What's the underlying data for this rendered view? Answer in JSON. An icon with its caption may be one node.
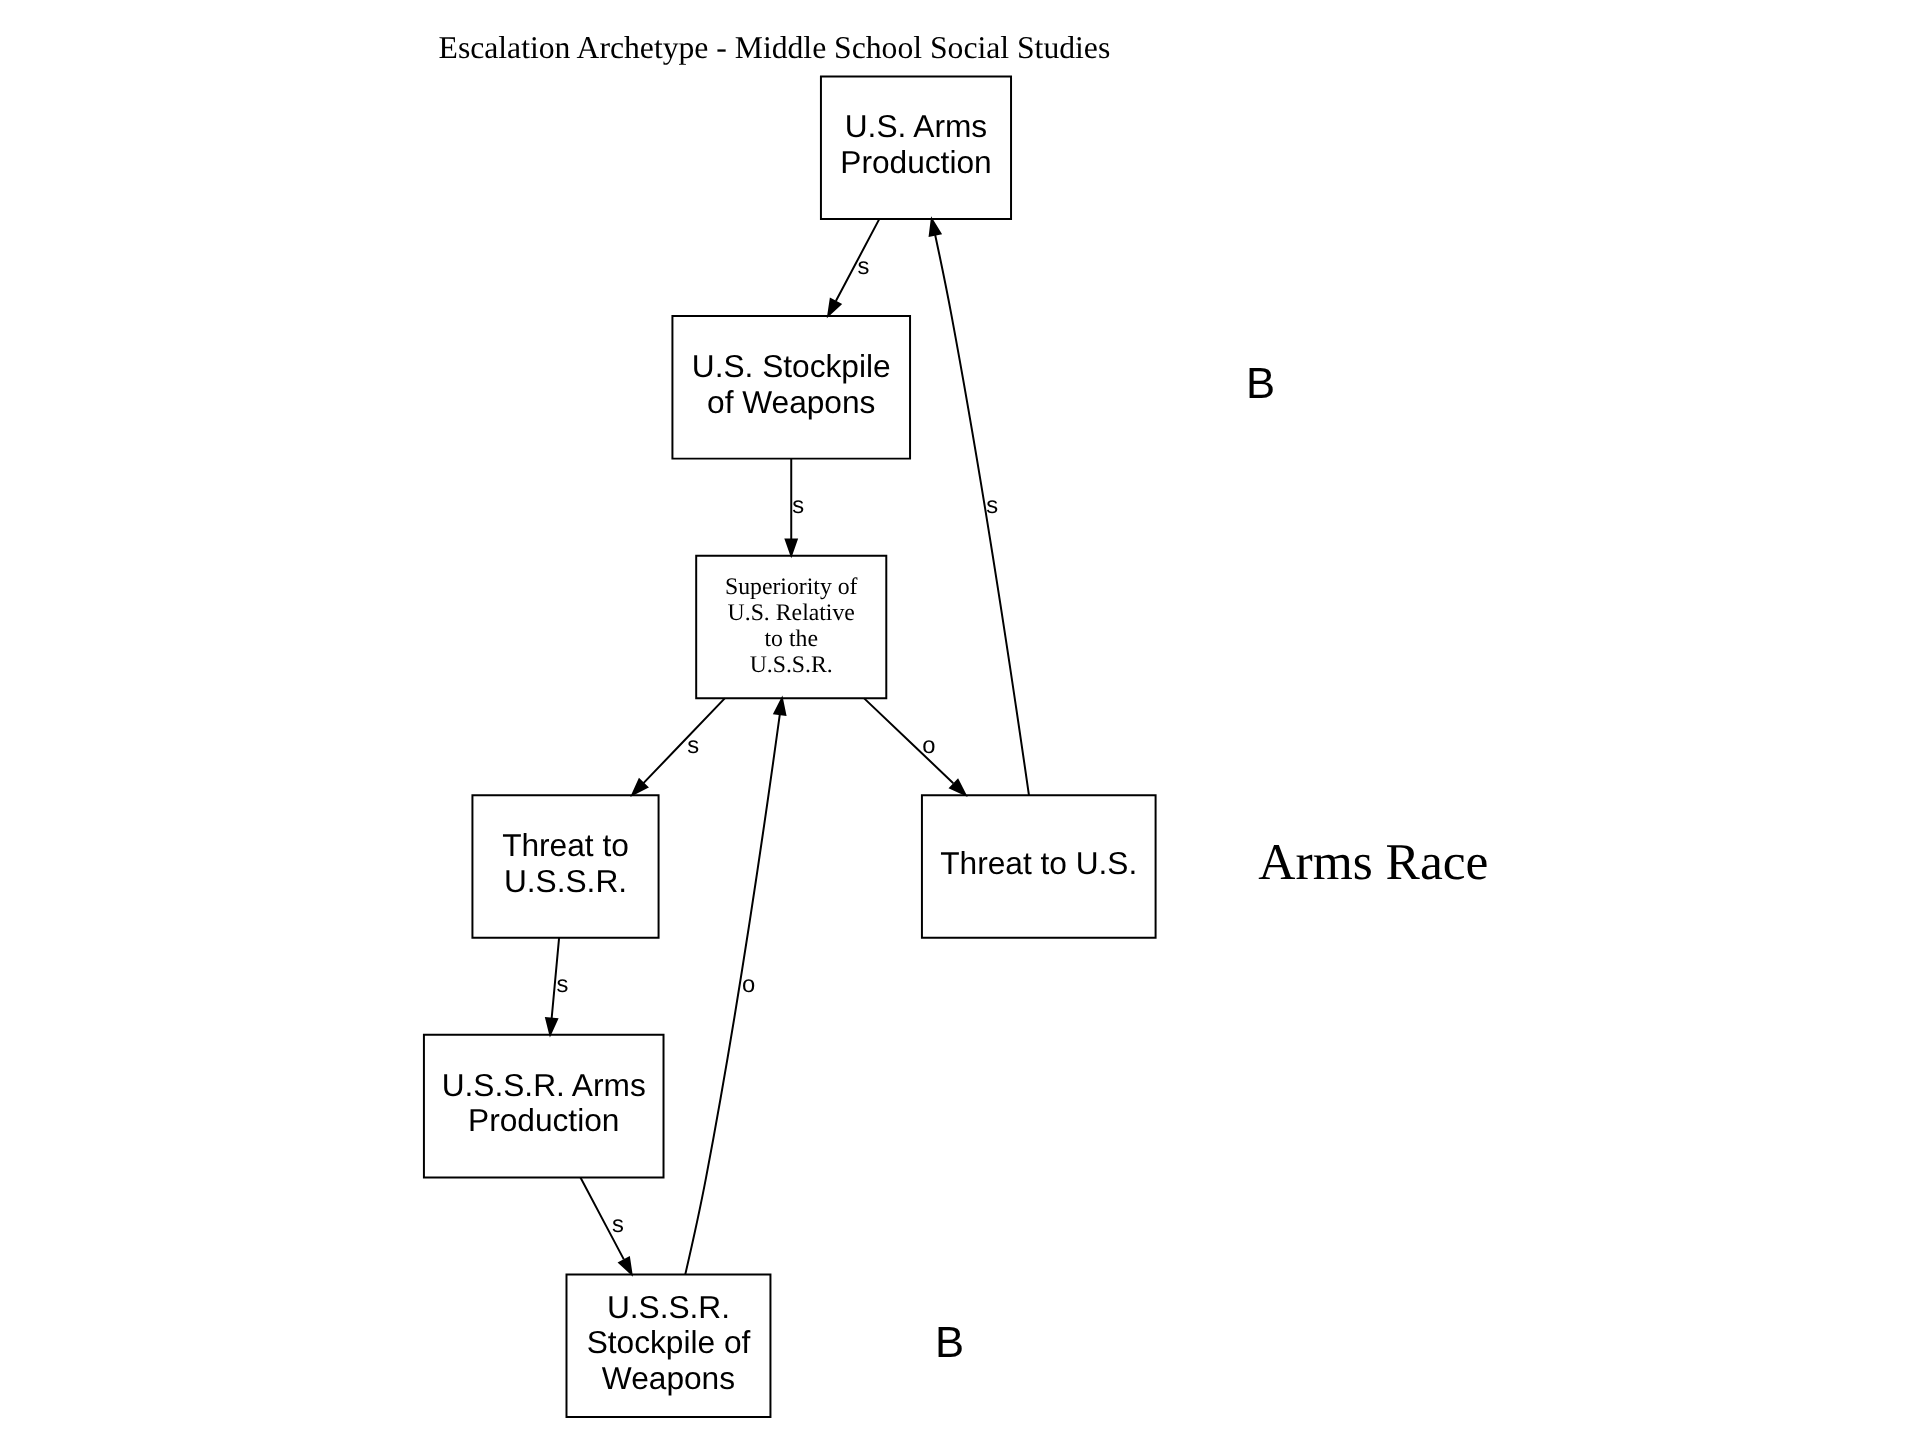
{
  "diagram": {
    "title": "Escalation Archetype - Middle School Social Studies",
    "nodes": [
      {
        "text": [
          "U.S. Arms Production"
        ]
      },
      {
        "text": [
          "U.S. Stockpile of Weapons"
        ]
      },
      {
        "text": [
          "Superiority of U.S. Relative to the U.S.S.R."
        ]
      },
      {
        "text": [
          "Threat to U.S."
        ]
      },
      {
        "text": [
          "Threat to U.S.S.R."
        ]
      },
      {
        "text": [
          "U.S.S.R. Stockpile of Weapons"
        ]
      },
      {
        "text": [
          "U.S.S.R. Arms Production"
        ]
      }
    ],
    "edges": [
      {
        "from": 0,
        "to": 1,
        "arrow": "to",
        "label": "s"
      },
      {
        "from": 1,
        "to": 2,
        "arrow": "to",
        "label": "s"
      },
      {
        "from": 2,
        "to": 3,
        "arrow": "to",
        "label": "o"
      },
      {
        "from": 3,
        "to": 0,
        "arrow": "to",
        "label": "s"
      },
      {
        "from": 2,
        "to": 4,
        "arrow": "to",
        "label": "s"
      },
      {
        "from": 4,
        "to": 6,
        "arrow": "to",
        "label": "s"
      },
      {
        "from": 6,
        "to": 5,
        "arrow": "to",
        "label": "s"
      },
      {
        "from": 5,
        "to": 2,
        "arrow": "to",
        "label": "o"
      }
    ],
    "labels": [
      "Arms Race",
      "B",
      "B"
    ]
  }
}
